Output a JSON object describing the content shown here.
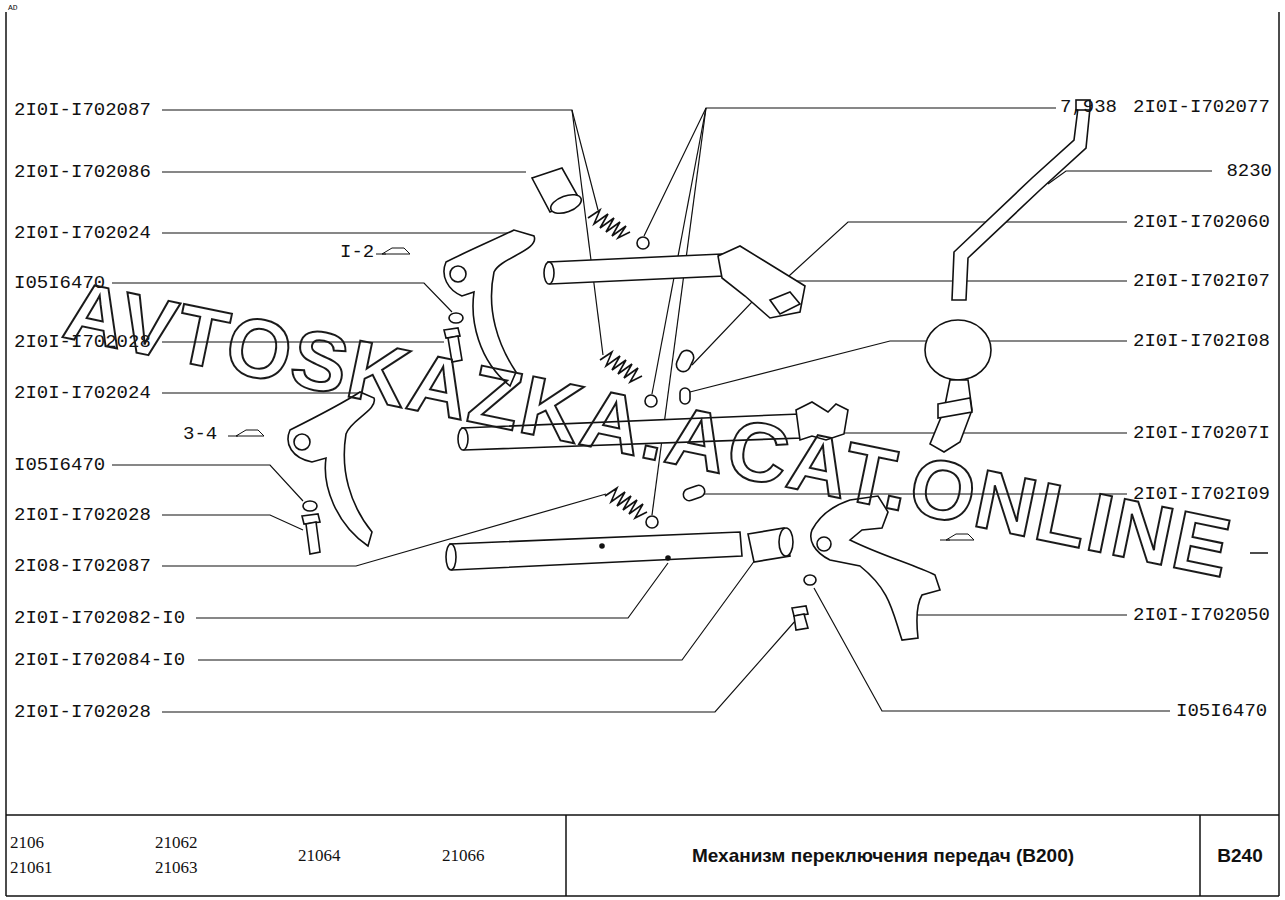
{
  "diagram": {
    "title": "Механизм переключения передач (B200)",
    "labels": [
      "AD",
      "2I0I-I702087",
      "2I0I-I702086",
      "2I0I-I702024",
      "I05I6470",
      "2I0I-I702028",
      "2I0I-I702024",
      "I05I6470",
      "2I0I-I702028",
      "2I08-I702087",
      "2I0I-I702082-I0",
      "2I0I-I702084-I0",
      "2I0I-I702028",
      "7,938",
      "2I0I-I702077",
      "8230",
      "2I0I-I702060",
      "2I0I-I702I07",
      "2I0I-I702I08",
      "2I0I-I70207I",
      "2I0I-I702I09",
      "2I0I-I702050",
      "I05I6470",
      "I-2",
      "3-4",
      "AVTOSKAZKA.ACAT.ONLINE",
      "2106",
      "21061",
      "21062",
      "21063",
      "21064",
      "21066",
      "B240"
    ]
  }
}
